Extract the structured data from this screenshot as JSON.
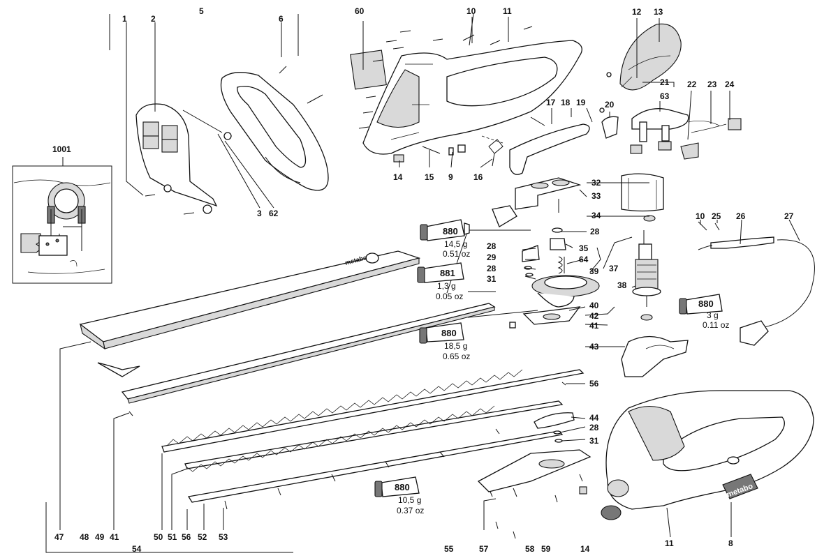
{
  "labels": {
    "p1": "1",
    "p2": "2",
    "p5": "5",
    "p6": "6",
    "p60": "60",
    "p10a": "10",
    "p11a": "11",
    "p12": "12",
    "p13": "13",
    "p1001": "1001",
    "p3": "3",
    "p62": "62",
    "p17": "17",
    "p18": "18",
    "p19": "19",
    "p20": "20",
    "p21": "21",
    "p63": "63",
    "p22": "22",
    "p23": "23",
    "p24": "24",
    "p14a": "14",
    "p15": "15",
    "p9": "9",
    "p16": "16",
    "p32": "32",
    "p33": "33",
    "p34": "34",
    "p10b": "10",
    "p25": "25",
    "p26": "26",
    "p27": "27",
    "p28a": "28",
    "p28b": "28",
    "p29": "29",
    "p35": "35",
    "p64": "64",
    "p28c": "28",
    "p39": "39",
    "p37": "37",
    "p31a": "31",
    "p38": "38",
    "p40": "40",
    "p42": "42",
    "p41a": "41",
    "p43": "43",
    "p56a": "56",
    "p44": "44",
    "p28d": "28",
    "p31b": "31",
    "p47": "47",
    "p48": "48",
    "p49": "49",
    "p41b": "41",
    "p50": "50",
    "p51": "51",
    "p56b": "56",
    "p52": "52",
    "p53": "53",
    "p54": "54",
    "p55": "55",
    "p57": "57",
    "p58": "58",
    "p59": "59",
    "p14b": "14",
    "p11b": "11",
    "p8": "8"
  },
  "grease": [
    {
      "code": "880",
      "mass": "14,5 g",
      "oz": "0.51 oz"
    },
    {
      "code": "881",
      "mass": "1,3 g",
      "oz": "0.05 oz"
    },
    {
      "code": "880",
      "mass": "18,5 g",
      "oz": "0.65 oz"
    },
    {
      "code": "880",
      "mass": "10,5 g",
      "oz": "0.37 oz"
    },
    {
      "code": "880",
      "mass": "3 g",
      "oz": "0.11 oz"
    }
  ],
  "branding": {
    "guard_logo": "metabo",
    "housing_logo": "metabo"
  }
}
